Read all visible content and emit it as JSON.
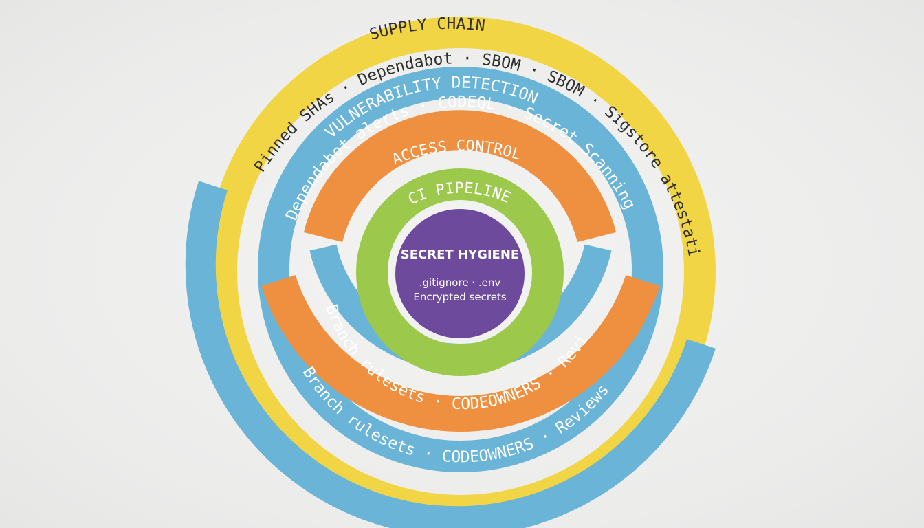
{
  "colors": {
    "background": "#ededec",
    "supply_chain": "#f2d545",
    "vulnerability": "#6ab4d8",
    "access_control": "#ee9040",
    "ci_pipeline": "#9cc94c",
    "secret_hygiene": "#6e4a9c",
    "dark_text": "#2f2f2f",
    "light_text": "#ffffff"
  },
  "rings": {
    "supply_chain": {
      "title": "SUPPLY CHAIN",
      "items": "Pinned SHAs · Dependabot · SBOM · SBOM · Sigstore attestation"
    },
    "vulnerability_detection": {
      "title": "VULNERABILITY DETECTION",
      "items": "Dependabot alerts · CODEQL · Secret Scanning"
    },
    "access_control": {
      "title": "ACCESS CONTROL",
      "items": "Branch rulesets · CODEOWNERS · Reviews"
    },
    "ci_pipeline": {
      "title": "CI PIPELINE",
      "items": "Branch rulesets · CODEOWNERS · Reviews"
    },
    "secret_hygiene": {
      "title": "SECRET HYGIENE",
      "line1": ".gitignore · .env",
      "line2": "Encrypted secrets"
    }
  }
}
